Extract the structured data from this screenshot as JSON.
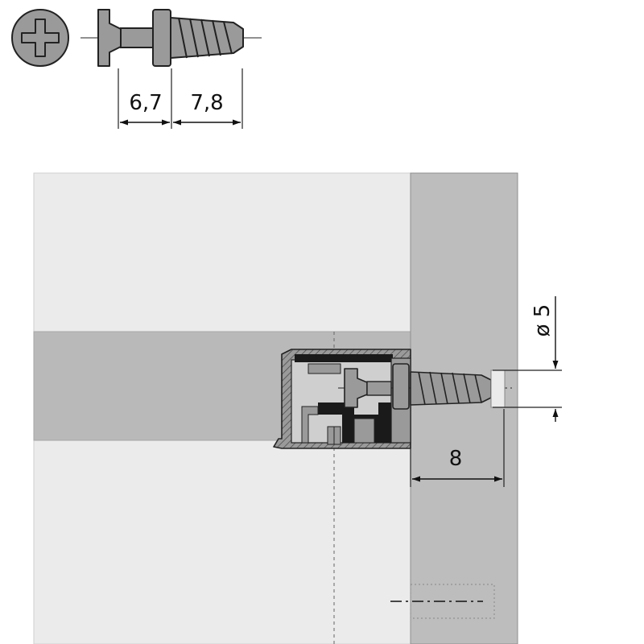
{
  "dimensions": {
    "head_length": "6,7",
    "thread_length": "7,8",
    "board_depth": "8",
    "diameter": "ø 5"
  },
  "icons": {
    "head_view": "phillips-screw-head-icon",
    "side_view": "screw-side-view-icon"
  },
  "colors": {
    "background": "#ffffff",
    "panel_light": "#ebebeb",
    "panel_dark": "#b9b9b9",
    "side_panel": "#bdbdbd",
    "hardware": "#9a9a9a",
    "dark_detail": "#1a1a1a",
    "line": "#111111"
  }
}
